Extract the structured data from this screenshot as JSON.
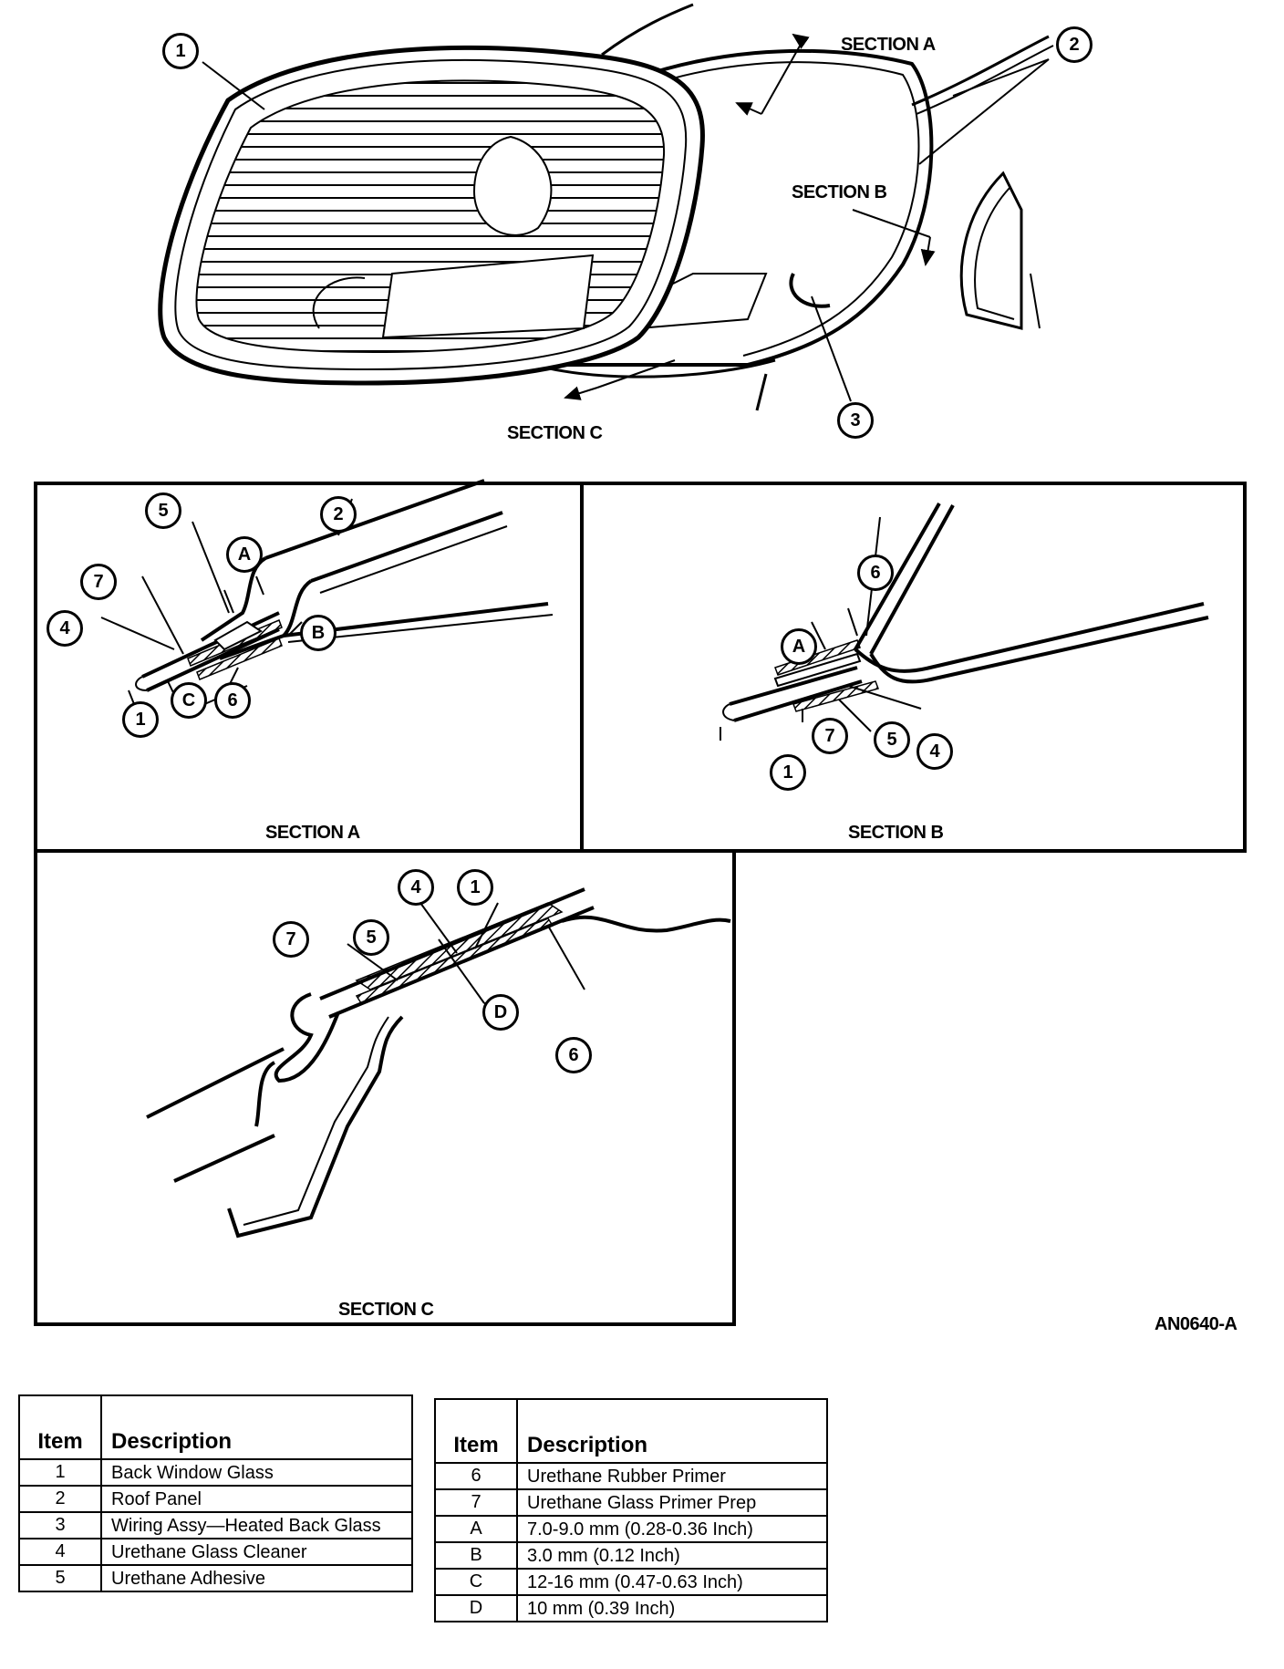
{
  "overview": {
    "section_a": "SECTION A",
    "section_b": "SECTION B",
    "section_c": "SECTION C",
    "callouts": [
      "1",
      "2",
      "3"
    ]
  },
  "panels": {
    "a": {
      "title": "SECTION A",
      "callouts": [
        "2",
        "5",
        "A",
        "7",
        "4",
        "B",
        "1",
        "C",
        "6"
      ]
    },
    "b": {
      "title": "SECTION B",
      "callouts": [
        "6",
        "A",
        "4",
        "1",
        "7",
        "5"
      ]
    },
    "c": {
      "title": "SECTION C",
      "callouts": [
        "4",
        "1",
        "7",
        "5",
        "D",
        "6"
      ]
    }
  },
  "figure_id": "AN0640-A",
  "legend_headers": {
    "item": "Item",
    "description": "Description"
  },
  "legend_left": [
    {
      "item": "1",
      "description": "Back Window Glass"
    },
    {
      "item": "2",
      "description": "Roof Panel"
    },
    {
      "item": "3",
      "description": "Wiring Assy—Heated Back Glass"
    },
    {
      "item": "4",
      "description": "Urethane Glass Cleaner"
    },
    {
      "item": "5",
      "description": "Urethane Adhesive"
    }
  ],
  "legend_right": [
    {
      "item": "6",
      "description": "Urethane Rubber Primer"
    },
    {
      "item": "7",
      "description": "Urethane Glass Primer Prep"
    },
    {
      "item": "A",
      "description": "7.0-9.0 mm (0.28-0.36 Inch)"
    },
    {
      "item": "B",
      "description": "3.0 mm (0.12 Inch)"
    },
    {
      "item": "C",
      "description": "12-16 mm (0.47-0.63 Inch)"
    },
    {
      "item": "D",
      "description": "10 mm (0.39 Inch)"
    }
  ]
}
